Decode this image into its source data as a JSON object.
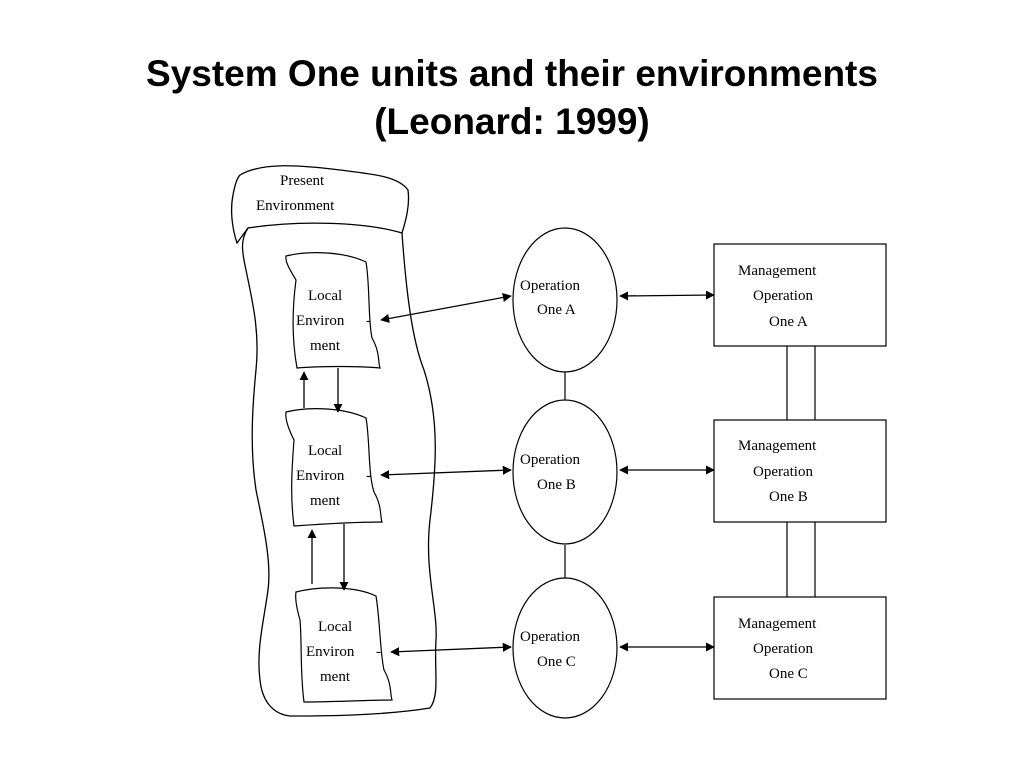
{
  "title": {
    "line1": "System One units and their environments",
    "line2": "(Leonard: 1999)"
  },
  "present_environment": {
    "line1": "Present",
    "line2": "Environment"
  },
  "local_environments": [
    {
      "line1": "Local",
      "line2": "Environ",
      "line2_suffix": "-",
      "line3": "ment"
    },
    {
      "line1": "Local",
      "line2": "Environ",
      "line2_suffix": "-",
      "line3": "ment"
    },
    {
      "line1": "Local",
      "line2": "Environ",
      "line2_suffix": "-",
      "line3": "ment"
    }
  ],
  "operations": [
    {
      "line1": "Operation",
      "line2": "One A"
    },
    {
      "line1": "Operation",
      "line2": "One B"
    },
    {
      "line1": "Operation",
      "line2": "One C"
    }
  ],
  "management": [
    {
      "line1": "Management",
      "line2": "Operation",
      "line3": "One A"
    },
    {
      "line1": "Management",
      "line2": "Operation",
      "line3": "One B"
    },
    {
      "line1": "Management",
      "line2": "Operation",
      "line3": "One C"
    }
  ]
}
